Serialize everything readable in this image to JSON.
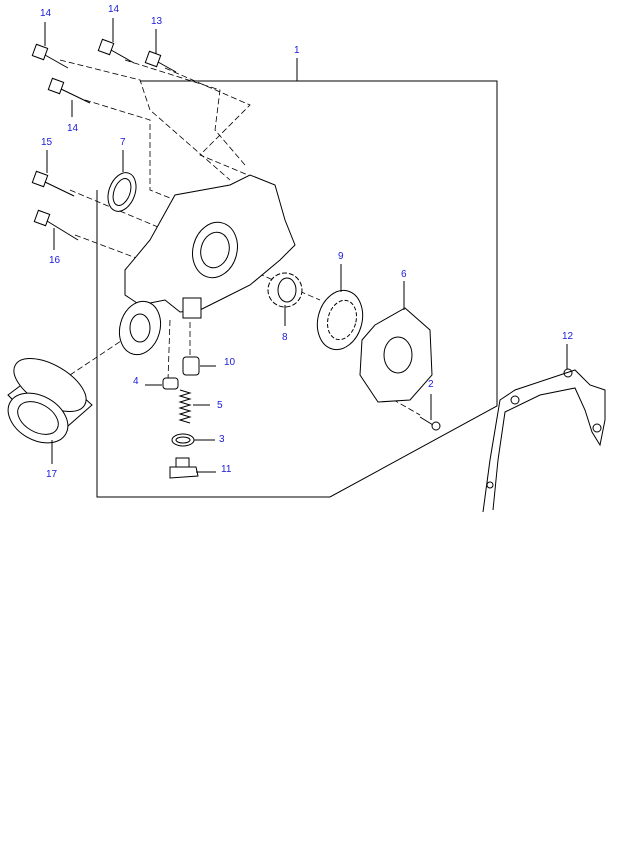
{
  "diagram": {
    "labels": {
      "p14a": "14",
      "p14b": "14",
      "p13": "13",
      "p1": "1",
      "p14c": "14",
      "p7": "7",
      "p15": "15",
      "p16": "16",
      "p9": "9",
      "p6": "6",
      "p8": "8",
      "p12": "12",
      "p10": "10",
      "p4": "4",
      "p2": "2",
      "p5": "5",
      "p3": "3",
      "p11": "11",
      "p17": "17"
    },
    "label_color": "#1a1adc"
  }
}
